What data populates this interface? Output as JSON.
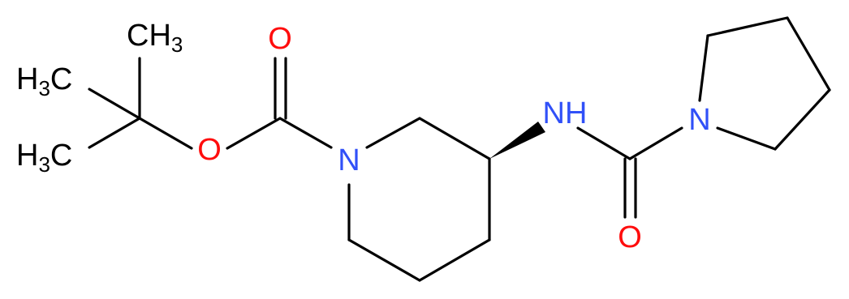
{
  "colors": {
    "carbon_bond": "#000000",
    "oxygen": "#ff0d0d",
    "nitrogen": "#3050f8",
    "background": "#ffffff"
  },
  "atoms": {
    "ch3_top": {
      "main": "CH",
      "sub": "3"
    },
    "ch3_mid": {
      "main": "H",
      "sub": "3",
      "tail": "C"
    },
    "ch3_low": {
      "main": "H",
      "sub": "3",
      "tail": "C"
    },
    "ester_oxygen": "O",
    "carbonyl_oxygen_top": "O",
    "ring_nitrogen": "N",
    "amide_nh": "NH",
    "pyrrolidine_nitrogen": "N",
    "carbonyl_oxygen_bottom": "O"
  }
}
